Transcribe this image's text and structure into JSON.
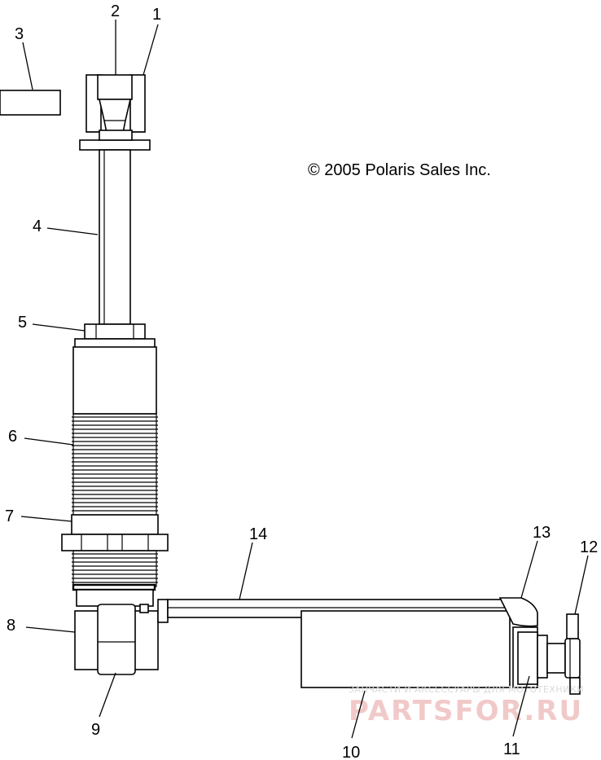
{
  "copyright": "© 2005 Polaris Sales Inc.",
  "watermark": {
    "tagline": "ЗАПЧАСТИ И АКСЕССУАРЫ ДЛЯ МОТОТЕХНИКИ",
    "brand": "PARTSFOR.RU",
    "color": "#f1c9c9"
  },
  "callouts": [
    "1",
    "2",
    "3",
    "4",
    "5",
    "6",
    "7",
    "8",
    "9",
    "10",
    "11",
    "12",
    "13",
    "14"
  ]
}
